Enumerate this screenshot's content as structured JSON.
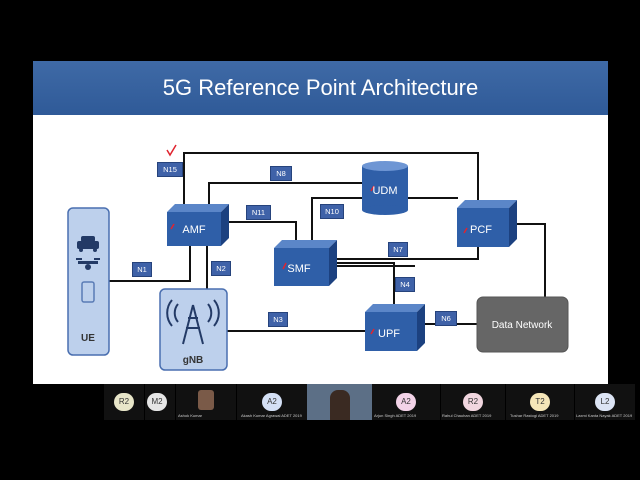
{
  "slide": {
    "title": "5G Reference Point Architecture",
    "nodes": {
      "ue": "UE",
      "gnb": "gNB",
      "amf": "AMF",
      "smf": "SMF",
      "udm": "UDM",
      "pcf": "PCF",
      "upf": "UPF",
      "data_network": "Data Network"
    },
    "interfaces": {
      "n1": "N1",
      "n2": "N2",
      "n3": "N3",
      "n4": "N4",
      "n6": "N6",
      "n7": "N7",
      "n8": "N8",
      "n10": "N10",
      "n11": "N11",
      "n15": "N15"
    }
  },
  "participants": [
    {
      "badge": "R2",
      "badge_color": "#e8e6c9",
      "name": ""
    },
    {
      "badge": "M2",
      "badge_color": "#e6e6e6",
      "name": ""
    },
    {
      "badge": "",
      "badge_color": "",
      "name": "Ashok Kumar"
    },
    {
      "badge": "A2",
      "badge_color": "#d4e0f5",
      "name": "Akash Kumar Agrawal ADET 2019"
    },
    {
      "badge": "",
      "badge_color": "",
      "name": ""
    },
    {
      "badge": "A2",
      "badge_color": "#f3d3e8",
      "name": "Arjun Singh ADET 2019"
    },
    {
      "badge": "R2",
      "badge_color": "#f1d6df",
      "name": "Rahul Chauhan ADET 2019"
    },
    {
      "badge": "T2",
      "badge_color": "#f5e6b8",
      "name": "Tushar Rastogi ADET 2019"
    },
    {
      "badge": "L2",
      "badge_color": "#dce4f4",
      "name": "Laxmi Kanta Nayak ADET 2019"
    }
  ],
  "colors": {
    "title_bar": "#2f5a98",
    "cube_front": "#2f5fa8",
    "label_bg": "#3f62a8",
    "gnb_fill": "#bdd0ec",
    "data_network": "#666666"
  }
}
